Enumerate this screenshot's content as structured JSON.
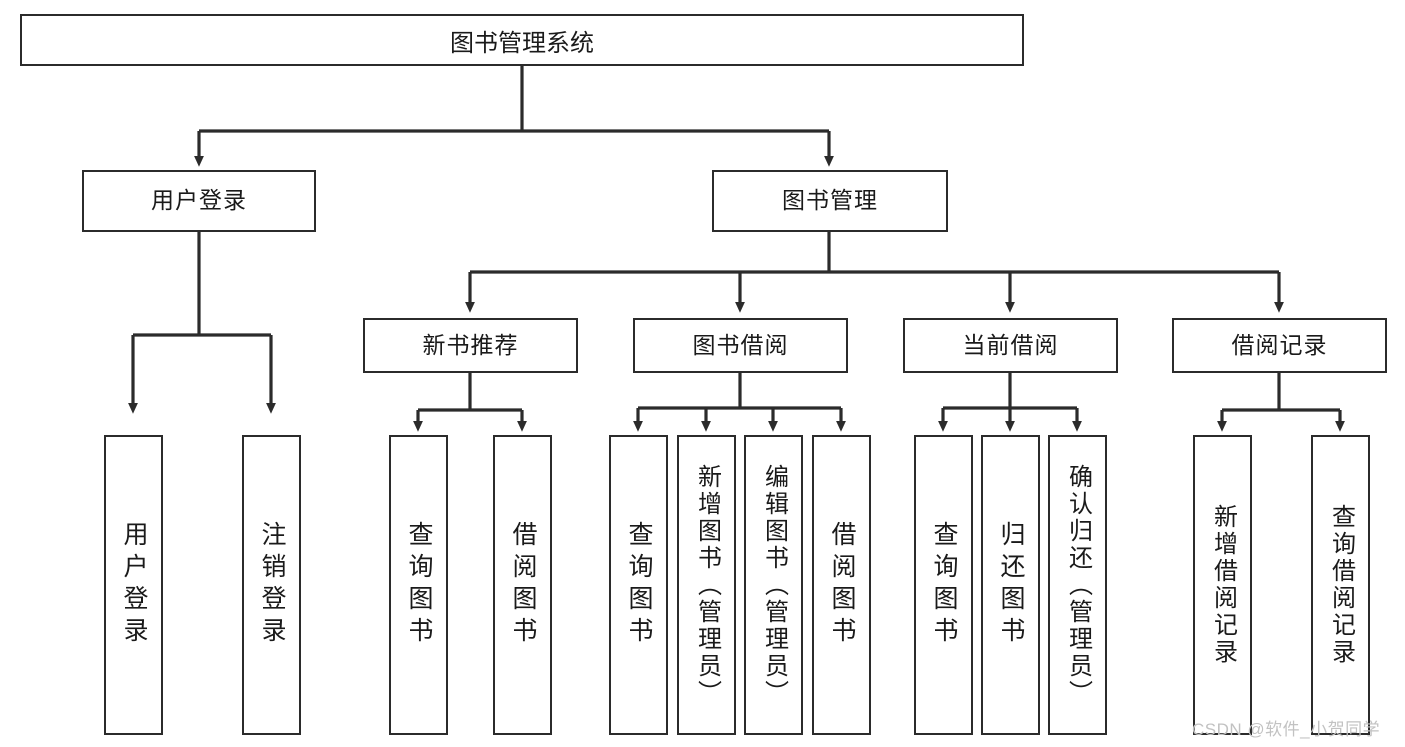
{
  "diagram": {
    "title": "图书管理系统",
    "type": "hierarchy-tree",
    "style": {
      "box_border": "#2b2b2b",
      "box_fill": "#ffffff",
      "line": "#2b2b2b",
      "text": "#1a1a1a",
      "background": "#ffffff",
      "watermark_color": "#c2c2c2"
    },
    "nodes": {
      "root": {
        "label": "图书管理系统"
      },
      "level2": [
        {
          "id": "user-login",
          "label": "用户登录"
        },
        {
          "id": "book-manage",
          "label": "图书管理"
        }
      ],
      "level3": [
        {
          "id": "new-book-recommend",
          "label": "新书推荐"
        },
        {
          "id": "book-borrow",
          "label": "图书借阅"
        },
        {
          "id": "current-borrow",
          "label": "当前借阅"
        },
        {
          "id": "borrow-record",
          "label": "借阅记录"
        }
      ],
      "leaves": {
        "user-login": [
          {
            "id": "leaf-user-login",
            "label": "用户登录"
          },
          {
            "id": "leaf-logout",
            "label": "注销登录"
          }
        ],
        "new-book-recommend": [
          {
            "id": "leaf-query-book-1",
            "label": "查询图书"
          },
          {
            "id": "leaf-borrow-book-1",
            "label": "借阅图书"
          }
        ],
        "book-borrow": [
          {
            "id": "leaf-query-book-2",
            "label": "查询图书"
          },
          {
            "id": "leaf-add-book",
            "label": "新增图书（管理员）"
          },
          {
            "id": "leaf-edit-book",
            "label": "编辑图书（管理员）"
          },
          {
            "id": "leaf-borrow-book-2",
            "label": "借阅图书"
          }
        ],
        "current-borrow": [
          {
            "id": "leaf-query-book-3",
            "label": "查询图书"
          },
          {
            "id": "leaf-return-book",
            "label": "归还图书"
          },
          {
            "id": "leaf-confirm-return",
            "label": "确认归还（管理员）"
          }
        ],
        "borrow-record": [
          {
            "id": "leaf-add-record",
            "label": "新增借阅记录"
          },
          {
            "id": "leaf-query-record",
            "label": "查询借阅记录"
          }
        ]
      }
    },
    "watermark": "CSDN @软件_小贺同学"
  }
}
